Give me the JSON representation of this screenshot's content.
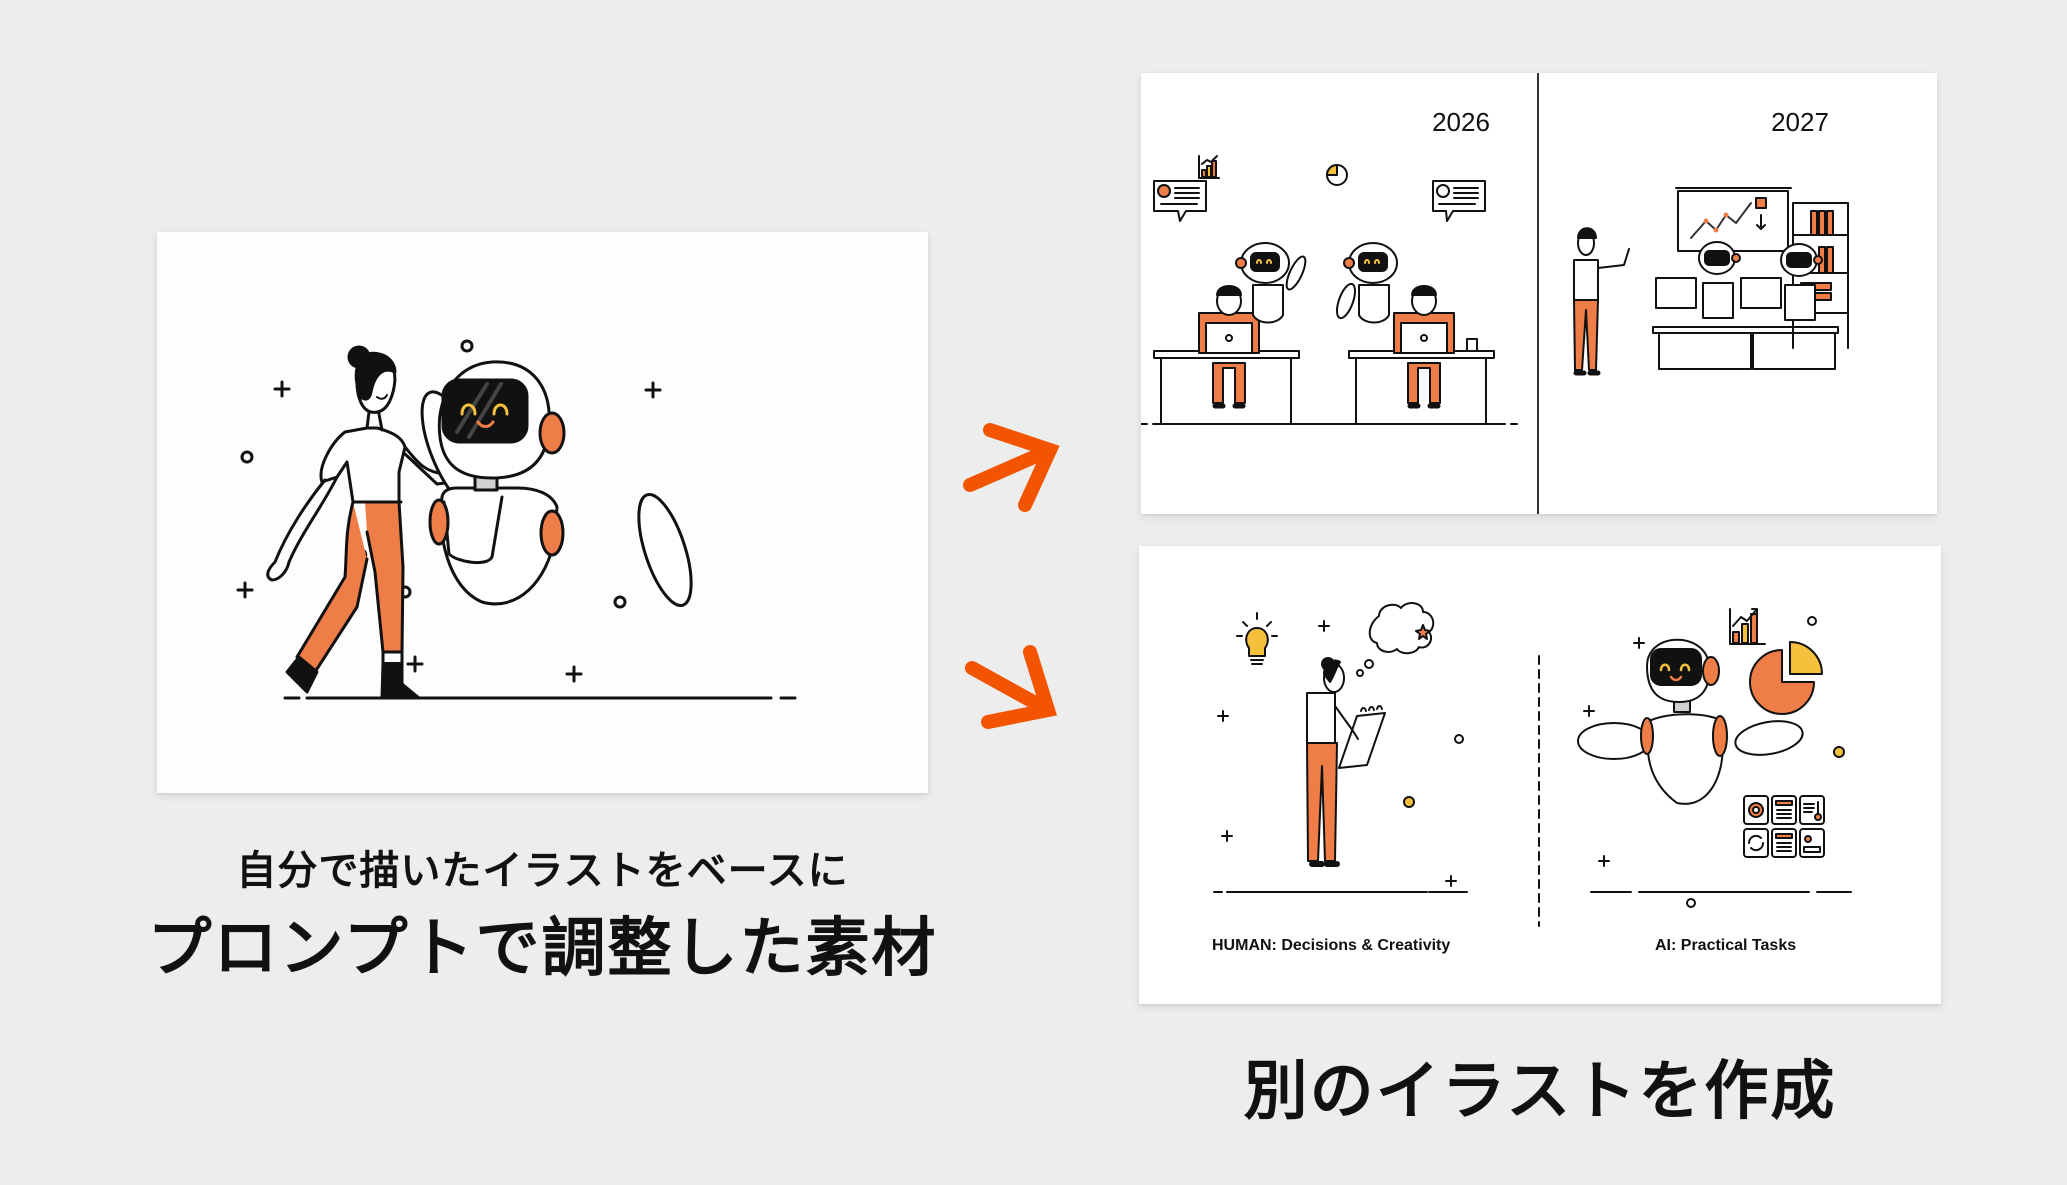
{
  "colors": {
    "background": "#EDEDED",
    "accent_orange": "#EF7D47",
    "accent_yellow": "#F5C13D",
    "arrow_orange": "#F25400",
    "ink": "#111111"
  },
  "left": {
    "illustration": {
      "description": "Woman in orange pants high-fiving a friendly white robot",
      "decorations": [
        "plus",
        "plus",
        "plus",
        "plus",
        "plus",
        "circle",
        "circle",
        "circle",
        "circle",
        "yellow-dot"
      ]
    },
    "caption_line1": "自分で描いたイラストをベースに",
    "caption_line2": "プロンプトで調整した素材"
  },
  "arrows": [
    {
      "name": "arrow-up-right",
      "direction": "up-right"
    },
    {
      "name": "arrow-down-right",
      "direction": "down-right"
    }
  ],
  "right": {
    "top_panel": {
      "left_year": "2026",
      "right_year": "2027",
      "left_scene": "Two people working on laptops at desks, each assisted by a floating robot with chart bubbles",
      "right_scene": "A man pointing while two robots work at desktop computers, whiteboard with line chart, bookshelf"
    },
    "bottom_panel": {
      "left_label": "HUMAN: Decisions & Creativity",
      "right_label": "AI: Practical Tasks",
      "task_icons": [
        "gear-icon",
        "spreadsheet-icon",
        "thermometer-list-icon",
        "sync-icon",
        "checklist-icon",
        "conveyor-icon"
      ]
    },
    "caption": "別のイラストを作成"
  }
}
